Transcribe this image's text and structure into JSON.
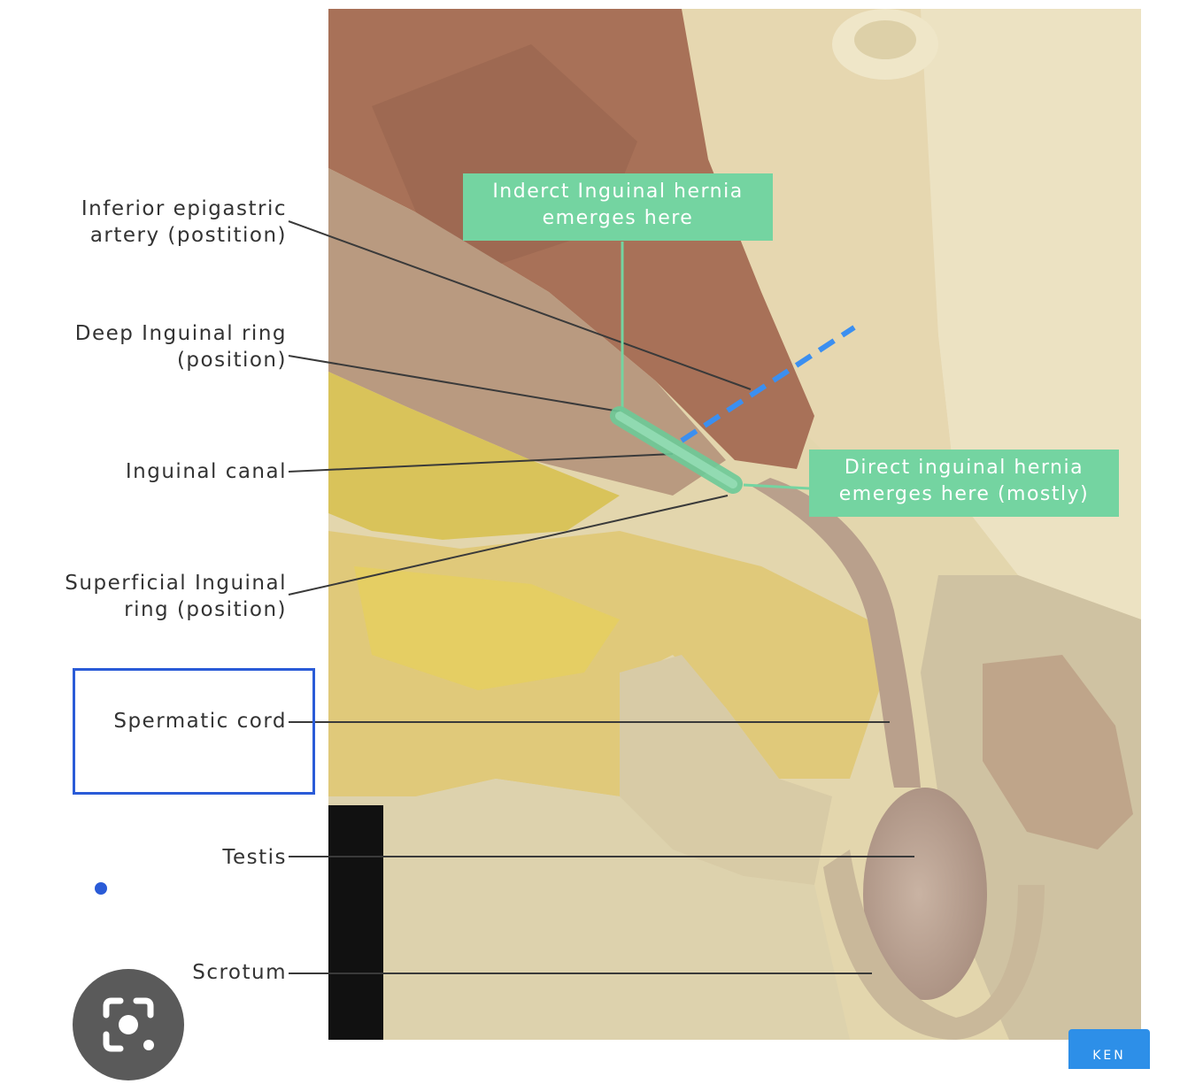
{
  "labels": {
    "inferior_epigastric_line1": "Inferior epigastric",
    "inferior_epigastric_line2": "artery (postition)",
    "deep_ring_line1": "Deep Inguinal ring",
    "deep_ring_line2": "(position)",
    "inguinal_canal": "Inguinal canal",
    "superficial_ring_line1": "Superficial Inguinal",
    "superficial_ring_line2": "ring (position)",
    "spermatic_cord": "Spermatic cord",
    "testis": "Testis",
    "scrotum": "Scrotum"
  },
  "callouts": {
    "indirect_line1": "Inderct Inguinal hernia",
    "indirect_line2": "emerges here",
    "direct_line1": "Direct inguinal hernia",
    "direct_line2": "emerges here (mostly)"
  },
  "badge": "KEN",
  "icons": {
    "lens": "camera-lens-icon"
  },
  "colors": {
    "callout_green": "#74d4a1",
    "dashed_line_blue": "#3b8ff0",
    "selection_blue": "#2a5bd7",
    "badge_blue": "#2d8fe8"
  }
}
